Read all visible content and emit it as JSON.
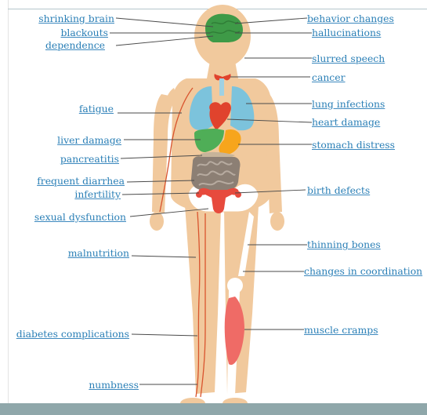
{
  "colors": {
    "label_text": "#2a7fb6",
    "leader_line": "#4a4a4a",
    "skin": "#f1c99d",
    "brain": "#3e9a47",
    "lungs": "#7cc3dc",
    "heart": "#e0432d",
    "liver": "#4fae57",
    "stomach": "#f7a51c",
    "intestines": "#8c7f74",
    "reproductive": "#e74a3d",
    "bones": "#ffffff",
    "muscle": "#ef6b66",
    "nerve": "#d9542e",
    "bottom_band": "#8fa7aa"
  },
  "labels": {
    "left": [
      "shrinking brain",
      "blackouts",
      "dependence",
      "fatigue",
      "liver damage",
      "pancreatitis",
      "frequent diarrhea",
      "infertility",
      "sexual dysfunction",
      "malnutrition",
      "diabetes complications",
      "numbness"
    ],
    "right": [
      "behavior changes",
      "hallucinations",
      "slurred speech",
      "cancer",
      "lung infections",
      "heart damage",
      "stomach distress",
      "birth defects",
      "thinning bones",
      "changes in coordination",
      "muscle cramps"
    ]
  }
}
